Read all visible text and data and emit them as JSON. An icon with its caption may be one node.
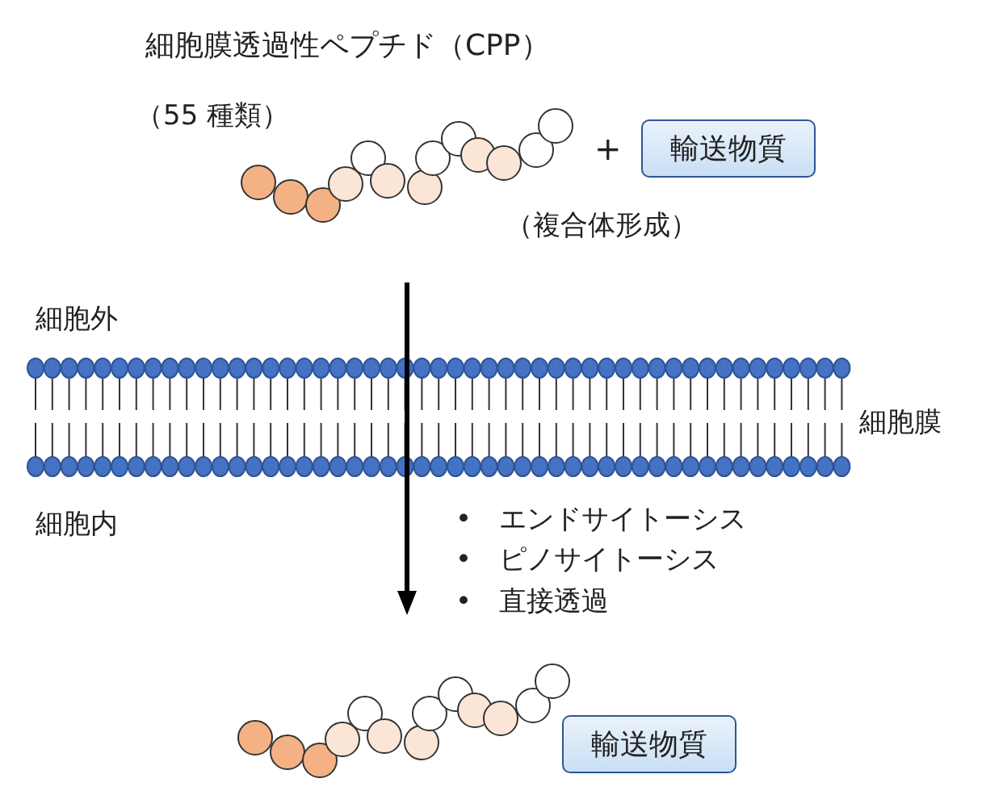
{
  "diagram": {
    "title": "細胞膜透過性ペプチド（CPP）",
    "nodes": [
      {
        "text": [
          "輸送物質"
        ]
      },
      {
        "text": [
          "輸送物質"
        ]
      }
    ],
    "labels": [
      "（55 種類）",
      "+",
      "（複合体形成）",
      "細胞外",
      "細胞膜",
      "細胞内",
      "•　エンドサイトーシス",
      "•　ピノサイトーシス",
      "•　直接透過"
    ]
  }
}
